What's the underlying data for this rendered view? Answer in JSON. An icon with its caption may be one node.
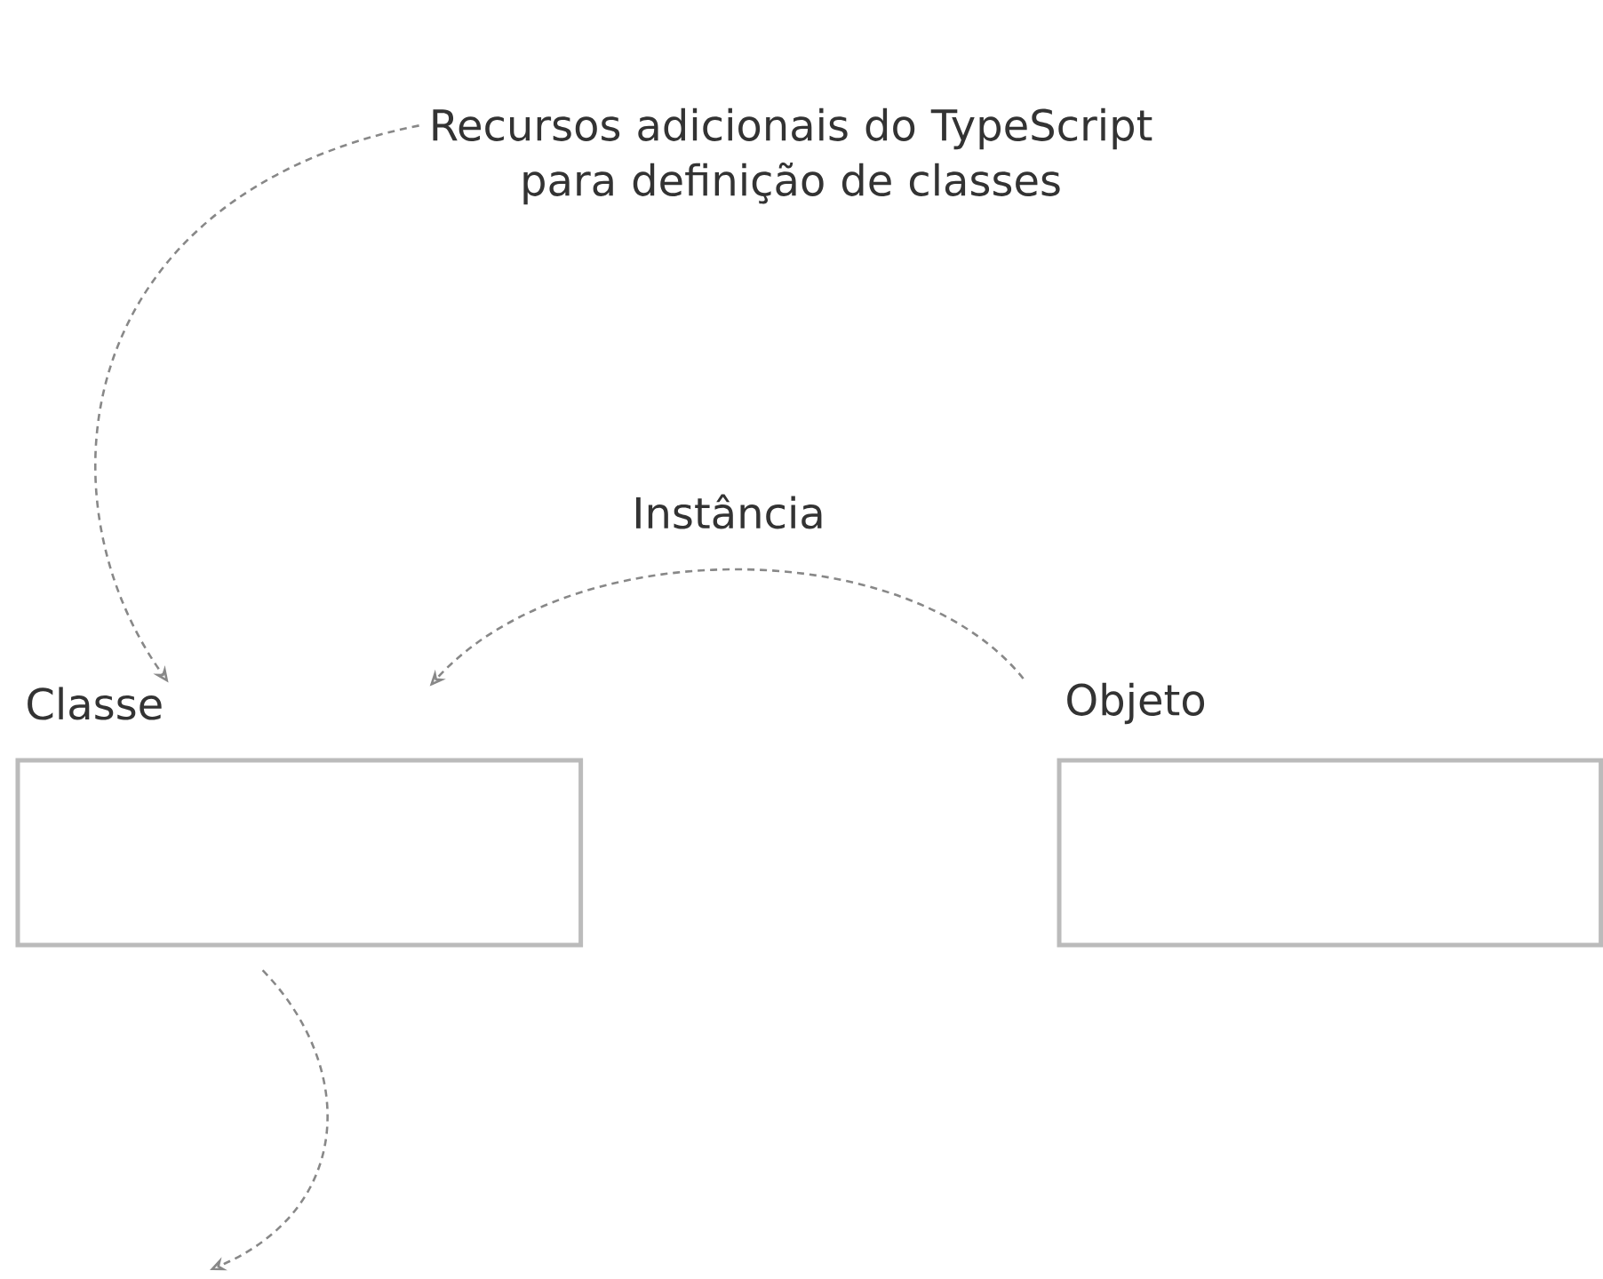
{
  "diagram": {
    "nodes": [
      {
        "text": [
          "Recursos adicionais do TypeScript para definição de classes"
        ]
      },
      {
        "text": [
          "Classe"
        ]
      },
      {
        "text": [
          "Objeto"
        ]
      }
    ],
    "edges": [
      {
        "from": 0,
        "to": 1,
        "arrow": "to"
      },
      {
        "from": 2,
        "to": 1,
        "arrow": "to",
        "label": "Instância"
      },
      {
        "from": 1,
        "to": null,
        "arrow": "to"
      }
    ]
  }
}
